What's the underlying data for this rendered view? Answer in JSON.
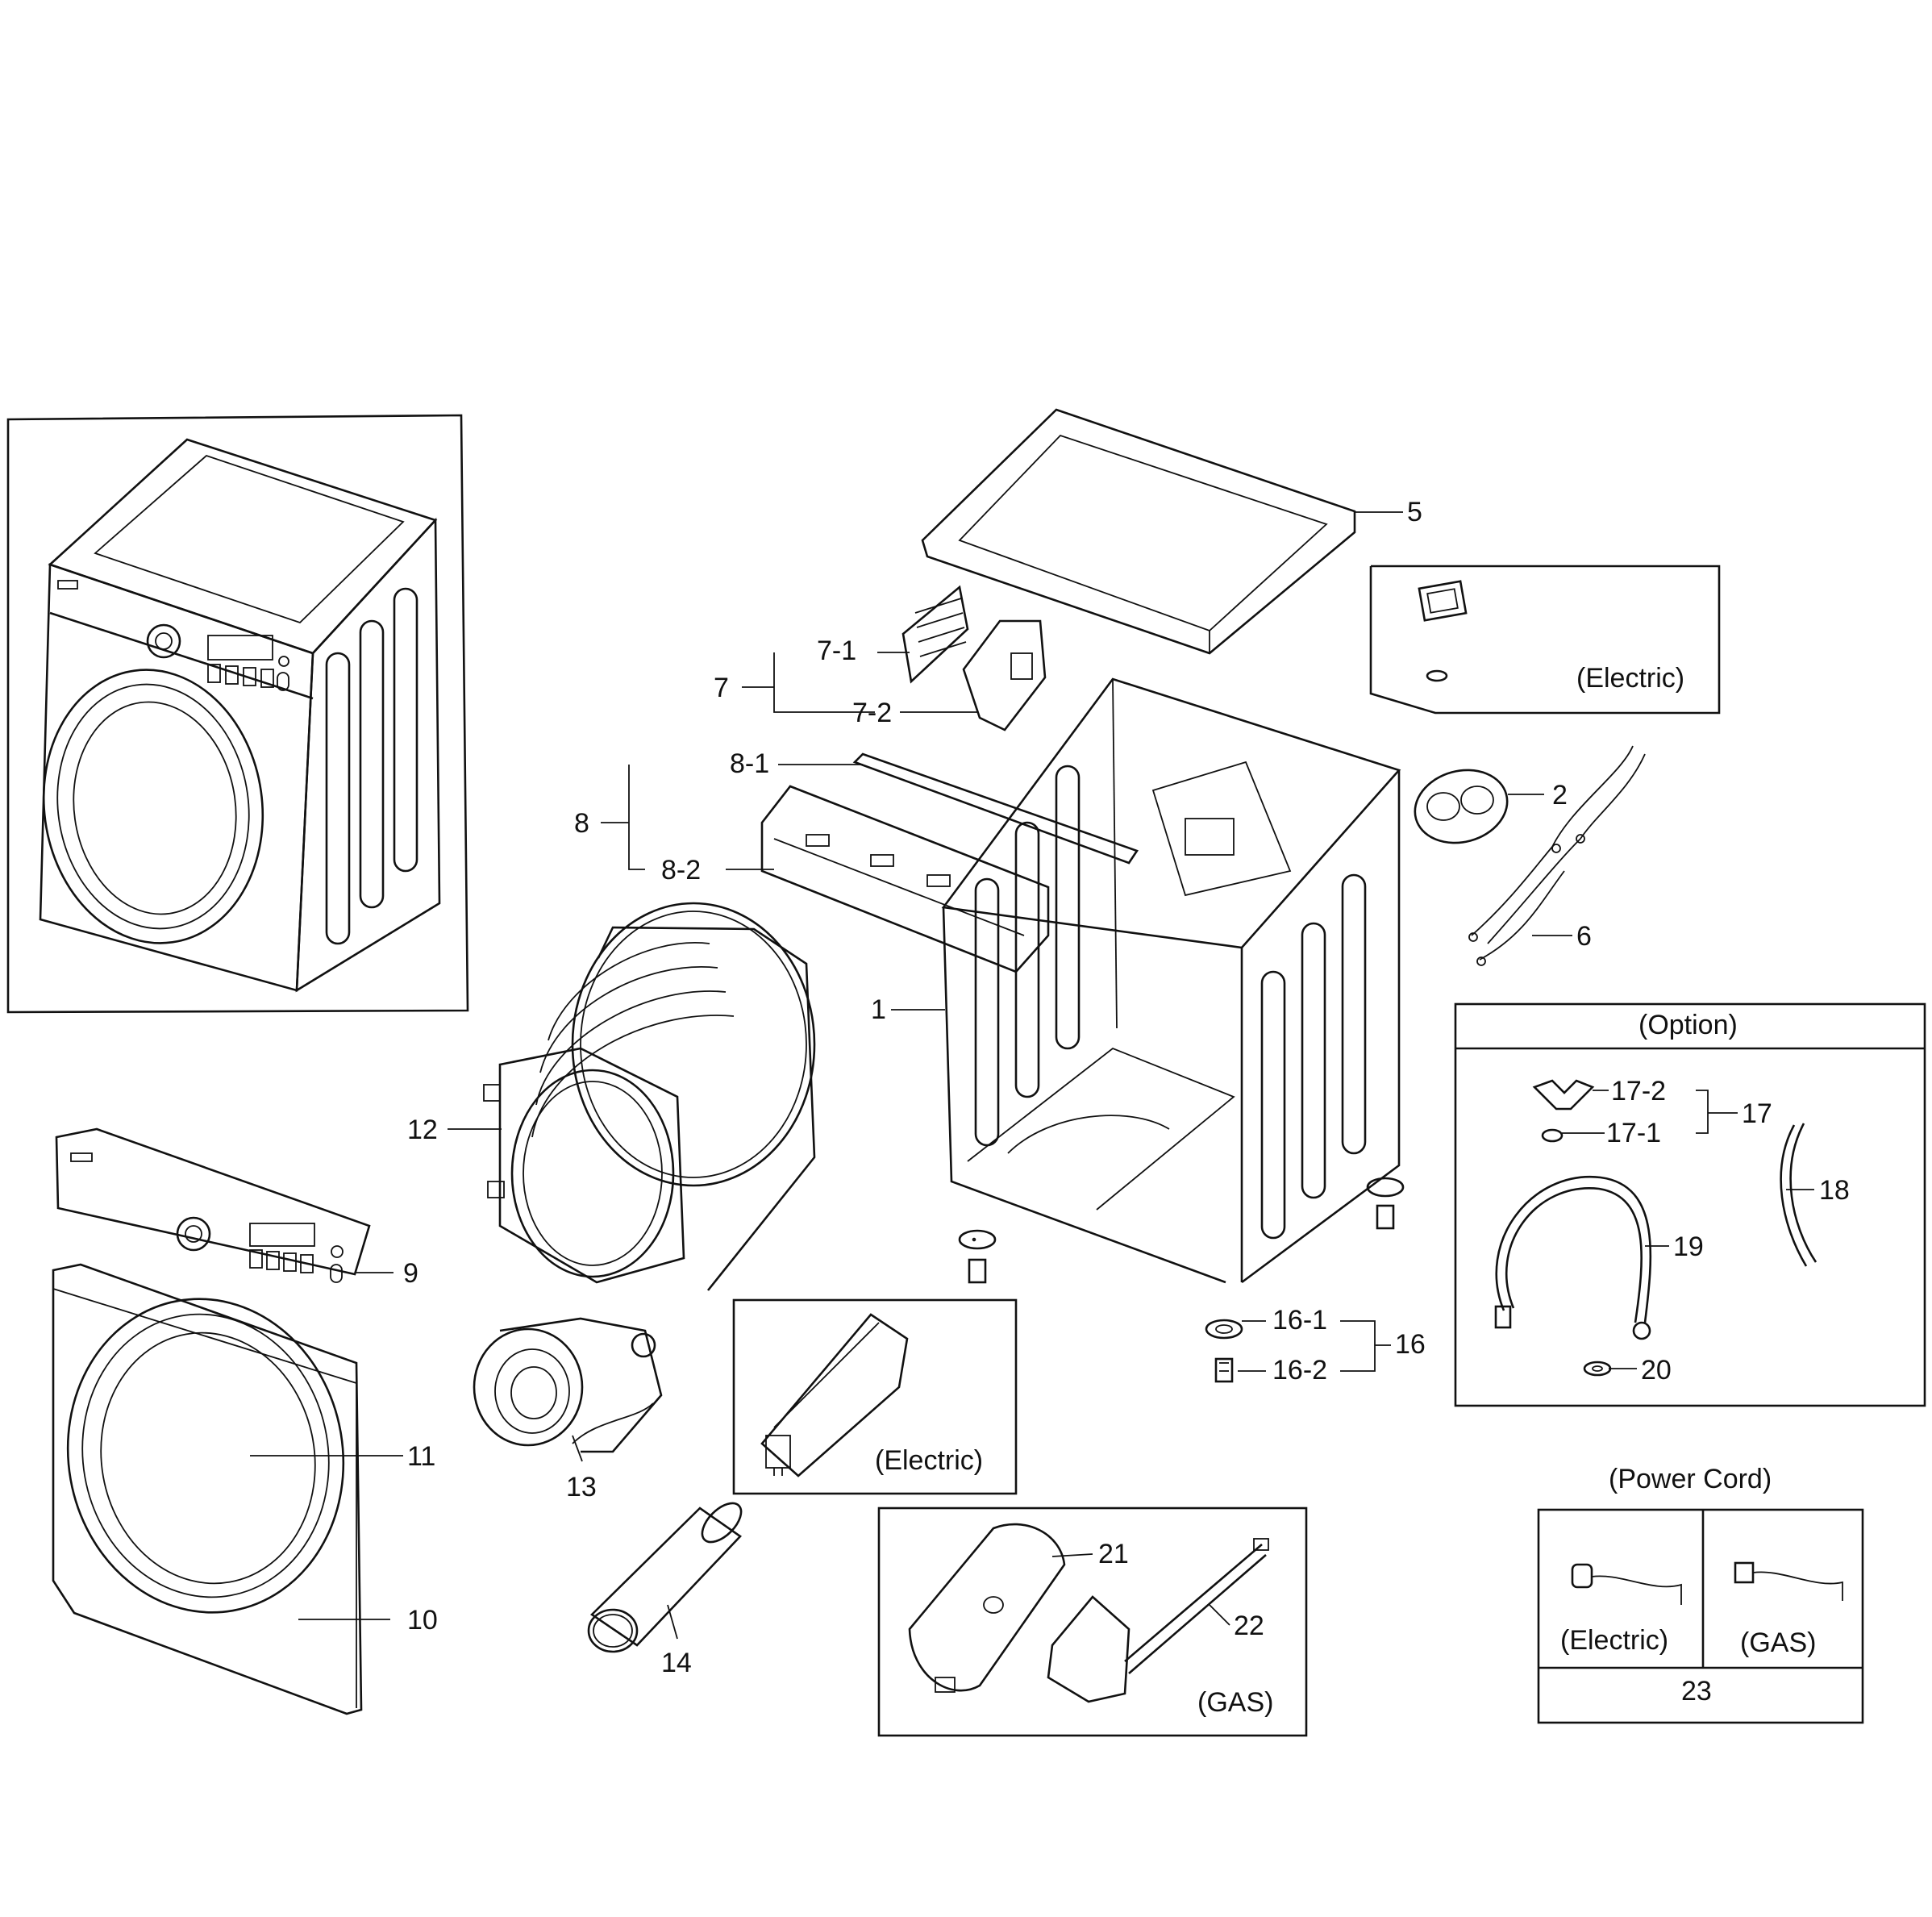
{
  "colors": {
    "ink": "#111111",
    "paper": "#ffffff"
  },
  "callouts": {
    "c1": "1",
    "c2": "2",
    "c5": "5",
    "c6": "6",
    "c7": "7",
    "c7_1": "7-1",
    "c7_2": "7-2",
    "c8": "8",
    "c8_1": "8-1",
    "c8_2": "8-2",
    "c9": "9",
    "c10": "10",
    "c11": "11",
    "c12": "12",
    "c13": "13",
    "c14": "14",
    "c16": "16",
    "c16_1": "16-1",
    "c16_2": "16-2",
    "c17": "17",
    "c17_1": "17-1",
    "c17_2": "17-2",
    "c18": "18",
    "c19": "19",
    "c20": "20",
    "c21": "21",
    "c22": "22",
    "c23": "23"
  },
  "labels": {
    "electric_top": "(Electric)",
    "electric_heater": "(Electric)",
    "gas_burner": "(GAS)",
    "option": "(Option)",
    "power_cord": "(Power Cord)",
    "cord_electric": "(Electric)",
    "cord_gas": "(GAS)"
  }
}
